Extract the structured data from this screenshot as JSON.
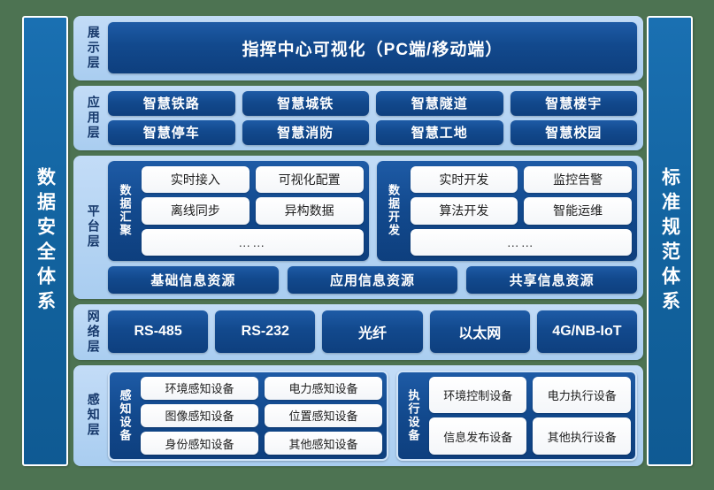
{
  "left_pillar": {
    "label": "数据安全体系"
  },
  "right_pillar": {
    "label": "标准规范体系"
  },
  "layers": {
    "display": {
      "tag": "展示层",
      "banner": "指挥中心可视化（PC端/移动端）"
    },
    "application": {
      "tag": "应用层",
      "row1": [
        "智慧铁路",
        "智慧城铁",
        "智慧隧道",
        "智慧楼宇"
      ],
      "row2": [
        "智慧停车",
        "智慧消防",
        "智慧工地",
        "智慧校园"
      ]
    },
    "platform": {
      "tag": "平台层",
      "groups": [
        {
          "tag": "数据汇聚",
          "row1": [
            "实时接入",
            "可视化配置"
          ],
          "row2": [
            "离线同步",
            "异构数据"
          ],
          "row3": "……"
        },
        {
          "tag": "数据开发",
          "row1": [
            "实时开发",
            "监控告警"
          ],
          "row2": [
            "算法开发",
            "智能运维"
          ],
          "row3": "……"
        }
      ],
      "resources": [
        "基础信息资源",
        "应用信息资源",
        "共享信息资源"
      ]
    },
    "network": {
      "tag": "网络层",
      "items": [
        "RS-485",
        "RS-232",
        "光纤",
        "以太网",
        "4G/NB-IoT"
      ]
    },
    "sense": {
      "tag": "感知层",
      "groups": [
        {
          "tag": "感知设备",
          "row1": [
            "环境感知设备",
            "电力感知设备"
          ],
          "row2": [
            "图像感知设备",
            "位置感知设备"
          ],
          "row3": [
            "身份感知设备",
            "其他感知设备"
          ]
        },
        {
          "tag": "执行设备",
          "row1": [
            "环境控制设备",
            "电力执行设备"
          ],
          "row2": [
            "信息发布设备",
            "其他执行设备"
          ]
        }
      ]
    }
  },
  "colors": {
    "background": "#4d7352",
    "pillar": "#12639f",
    "panel_light": "#a9cdf0",
    "box_dark": "#12498d",
    "box_white": "#ffffff",
    "text_light": "#ffffff",
    "text_dark": "#1d1d1d",
    "tag_text": "#17396b"
  }
}
